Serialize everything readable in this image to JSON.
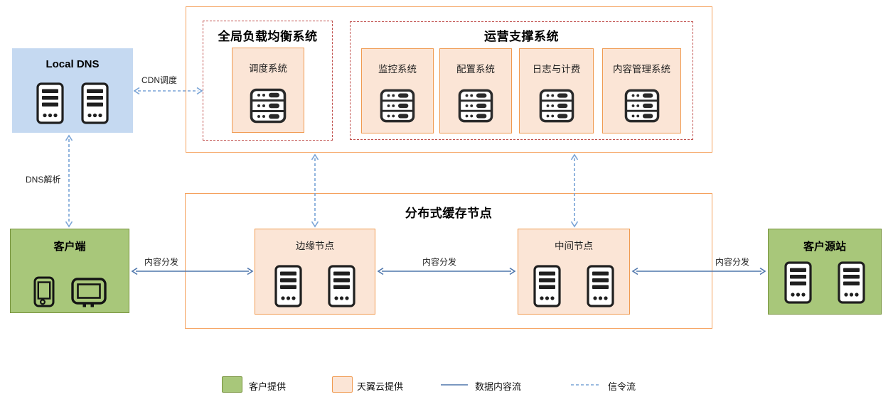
{
  "nodes": {
    "local_dns": "Local DNS",
    "client": "客户端",
    "origin": "客户源站",
    "gslb_title": "全局负载均衡系统",
    "scheduler": "调度系统",
    "oss_title": "运营支撑系统",
    "oss_systems": [
      "监控系统",
      "配置系统",
      "日志与计费",
      "内容管理系统"
    ],
    "cache_title": "分布式缓存节点",
    "edge_node": "边缘节点",
    "middle_node": "中间节点"
  },
  "edges": {
    "cdn_scheduling": "CDN调度",
    "dns_resolution": "DNS解析",
    "content_distribution": "内容分发"
  },
  "legend": {
    "customer_provided": "客户提供",
    "cloud_provided": "天翼云提供",
    "data_flow": "数据内容流",
    "signal_flow": "信令流"
  },
  "colors": {
    "customer_fill": "#a8c77a",
    "customer_border": "#77933c",
    "cloud_fill": "#fbe5d6",
    "cloud_border": "#f09a50",
    "outer_box_border": "#f5a15d",
    "local_dns_fill": "#c5d9f1",
    "dashed_group_border": "#c0504d",
    "data_flow_color": "#4f76ac",
    "signal_flow_color": "#78a3d6"
  }
}
